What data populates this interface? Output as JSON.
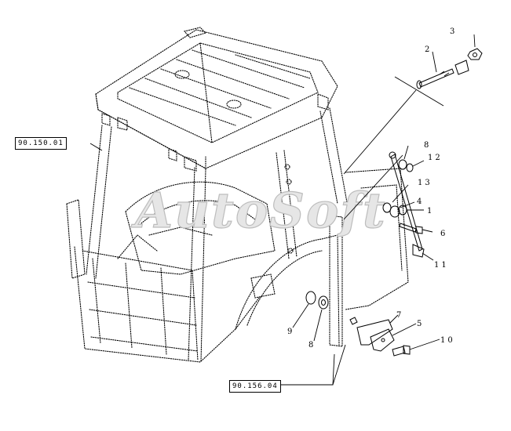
{
  "watermark": "AutoSoft",
  "reference_boxes": [
    {
      "id": "ref-a",
      "text": "90.150.01"
    },
    {
      "id": "ref-b",
      "text": "90.156.04"
    }
  ],
  "callouts": [
    {
      "id": "c3",
      "text": "3"
    },
    {
      "id": "c2",
      "text": "2"
    },
    {
      "id": "c8a",
      "text": "8"
    },
    {
      "id": "c12",
      "text": "12"
    },
    {
      "id": "c13",
      "text": "13"
    },
    {
      "id": "c4",
      "text": "4"
    },
    {
      "id": "c1",
      "text": "1"
    },
    {
      "id": "c6",
      "text": "6"
    },
    {
      "id": "c11",
      "text": "11"
    },
    {
      "id": "c7",
      "text": "7"
    },
    {
      "id": "c5",
      "text": "5"
    },
    {
      "id": "c10",
      "text": "10"
    },
    {
      "id": "c9",
      "text": "9"
    },
    {
      "id": "c8b",
      "text": "8"
    }
  ]
}
